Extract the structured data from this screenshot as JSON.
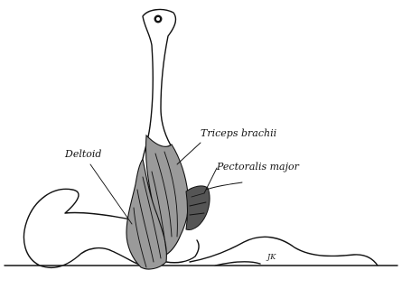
{
  "labels": {
    "deltoid": "Deltoid",
    "triceps": "Triceps brachii",
    "pectoralis": "Pectoralis major",
    "signature": "JK"
  },
  "colors": {
    "ink": "#111111",
    "muscle": "#9a9a9a",
    "shadow": "#555555",
    "paper": "#ffffff"
  }
}
